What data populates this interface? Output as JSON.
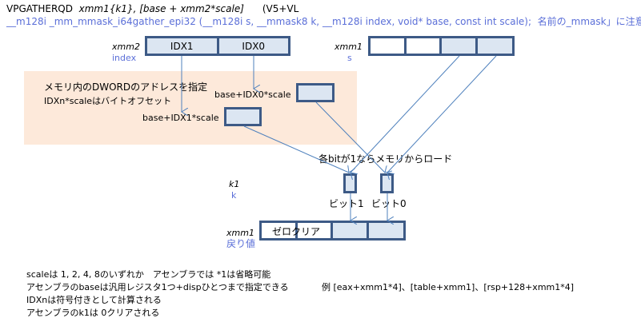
{
  "header": {
    "instruction": "VPGATHERQD",
    "operands": "xmm1{k1}, [base + xmm2*scale]",
    "extension": "(V5+VL",
    "intrinsic": "__m128i  _mm_mmask_i64gather_epi32  (__m128i s, __mmask8 k, __m128i  index, void* base, const int scale);",
    "note": "名前の_mmask」に注意"
  },
  "xmm2": {
    "name": "xmm2",
    "param": "index",
    "cells": [
      "IDX1",
      "IDX0"
    ]
  },
  "xmm1_src": {
    "name": "xmm1",
    "param": "s",
    "cells": [
      "",
      "",
      "",
      ""
    ]
  },
  "memory": {
    "desc_line1": "メモリ内のDWORDのアドレスを指定",
    "desc_line2": "IDXn*scaleはバイトオフセット",
    "addr0": "base+IDX0*scale",
    "addr1": "base+IDX1*scale"
  },
  "mask": {
    "caption": "各bitが1ならメモリからロード",
    "name": "k1",
    "param": "k",
    "bit1": "ビット1",
    "bit0": "ビット0"
  },
  "xmm1_dst": {
    "name": "xmm1",
    "param": "戻り値",
    "zero_label": "ゼロクリア"
  },
  "notes": [
    "scaleは 1, 2, 4, 8のいずれか　アセンブラでは *1は省略可能",
    "アセンブラのbaseは汎用レジスタ1つ+dispひとつまで指定できる",
    "IDXnは符号付きとして計算される",
    "アセンブラのk1は 0クリアされる"
  ],
  "example": "例 [eax+xmm1*4]、[table+xmm1]、[rsp+128+xmm1*4]",
  "colors": {
    "register_border": "#3d5a86",
    "register_fill": "#dce6f2",
    "arrow": "#4f81bd",
    "memory_bg": "#fde9da",
    "param_text": "#5b6fd8"
  }
}
